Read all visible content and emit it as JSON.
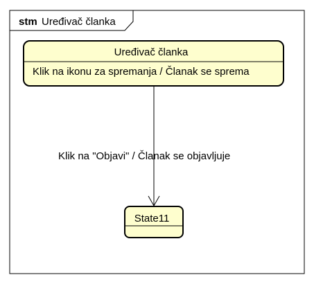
{
  "frame": {
    "keyword": "stm",
    "name": "Uređivač članka"
  },
  "states": [
    {
      "name": "Uređivač članka",
      "internal_activity": "Klik na ikonu za spremanja / Članak se sprema"
    },
    {
      "name": "State11",
      "internal_activity": ""
    }
  ],
  "transition": {
    "label": "Klik na \"Objavi\" / Članak se objavljuje"
  },
  "colors": {
    "state_fill": "#fefece",
    "stroke": "#000000",
    "background": "#ffffff"
  }
}
